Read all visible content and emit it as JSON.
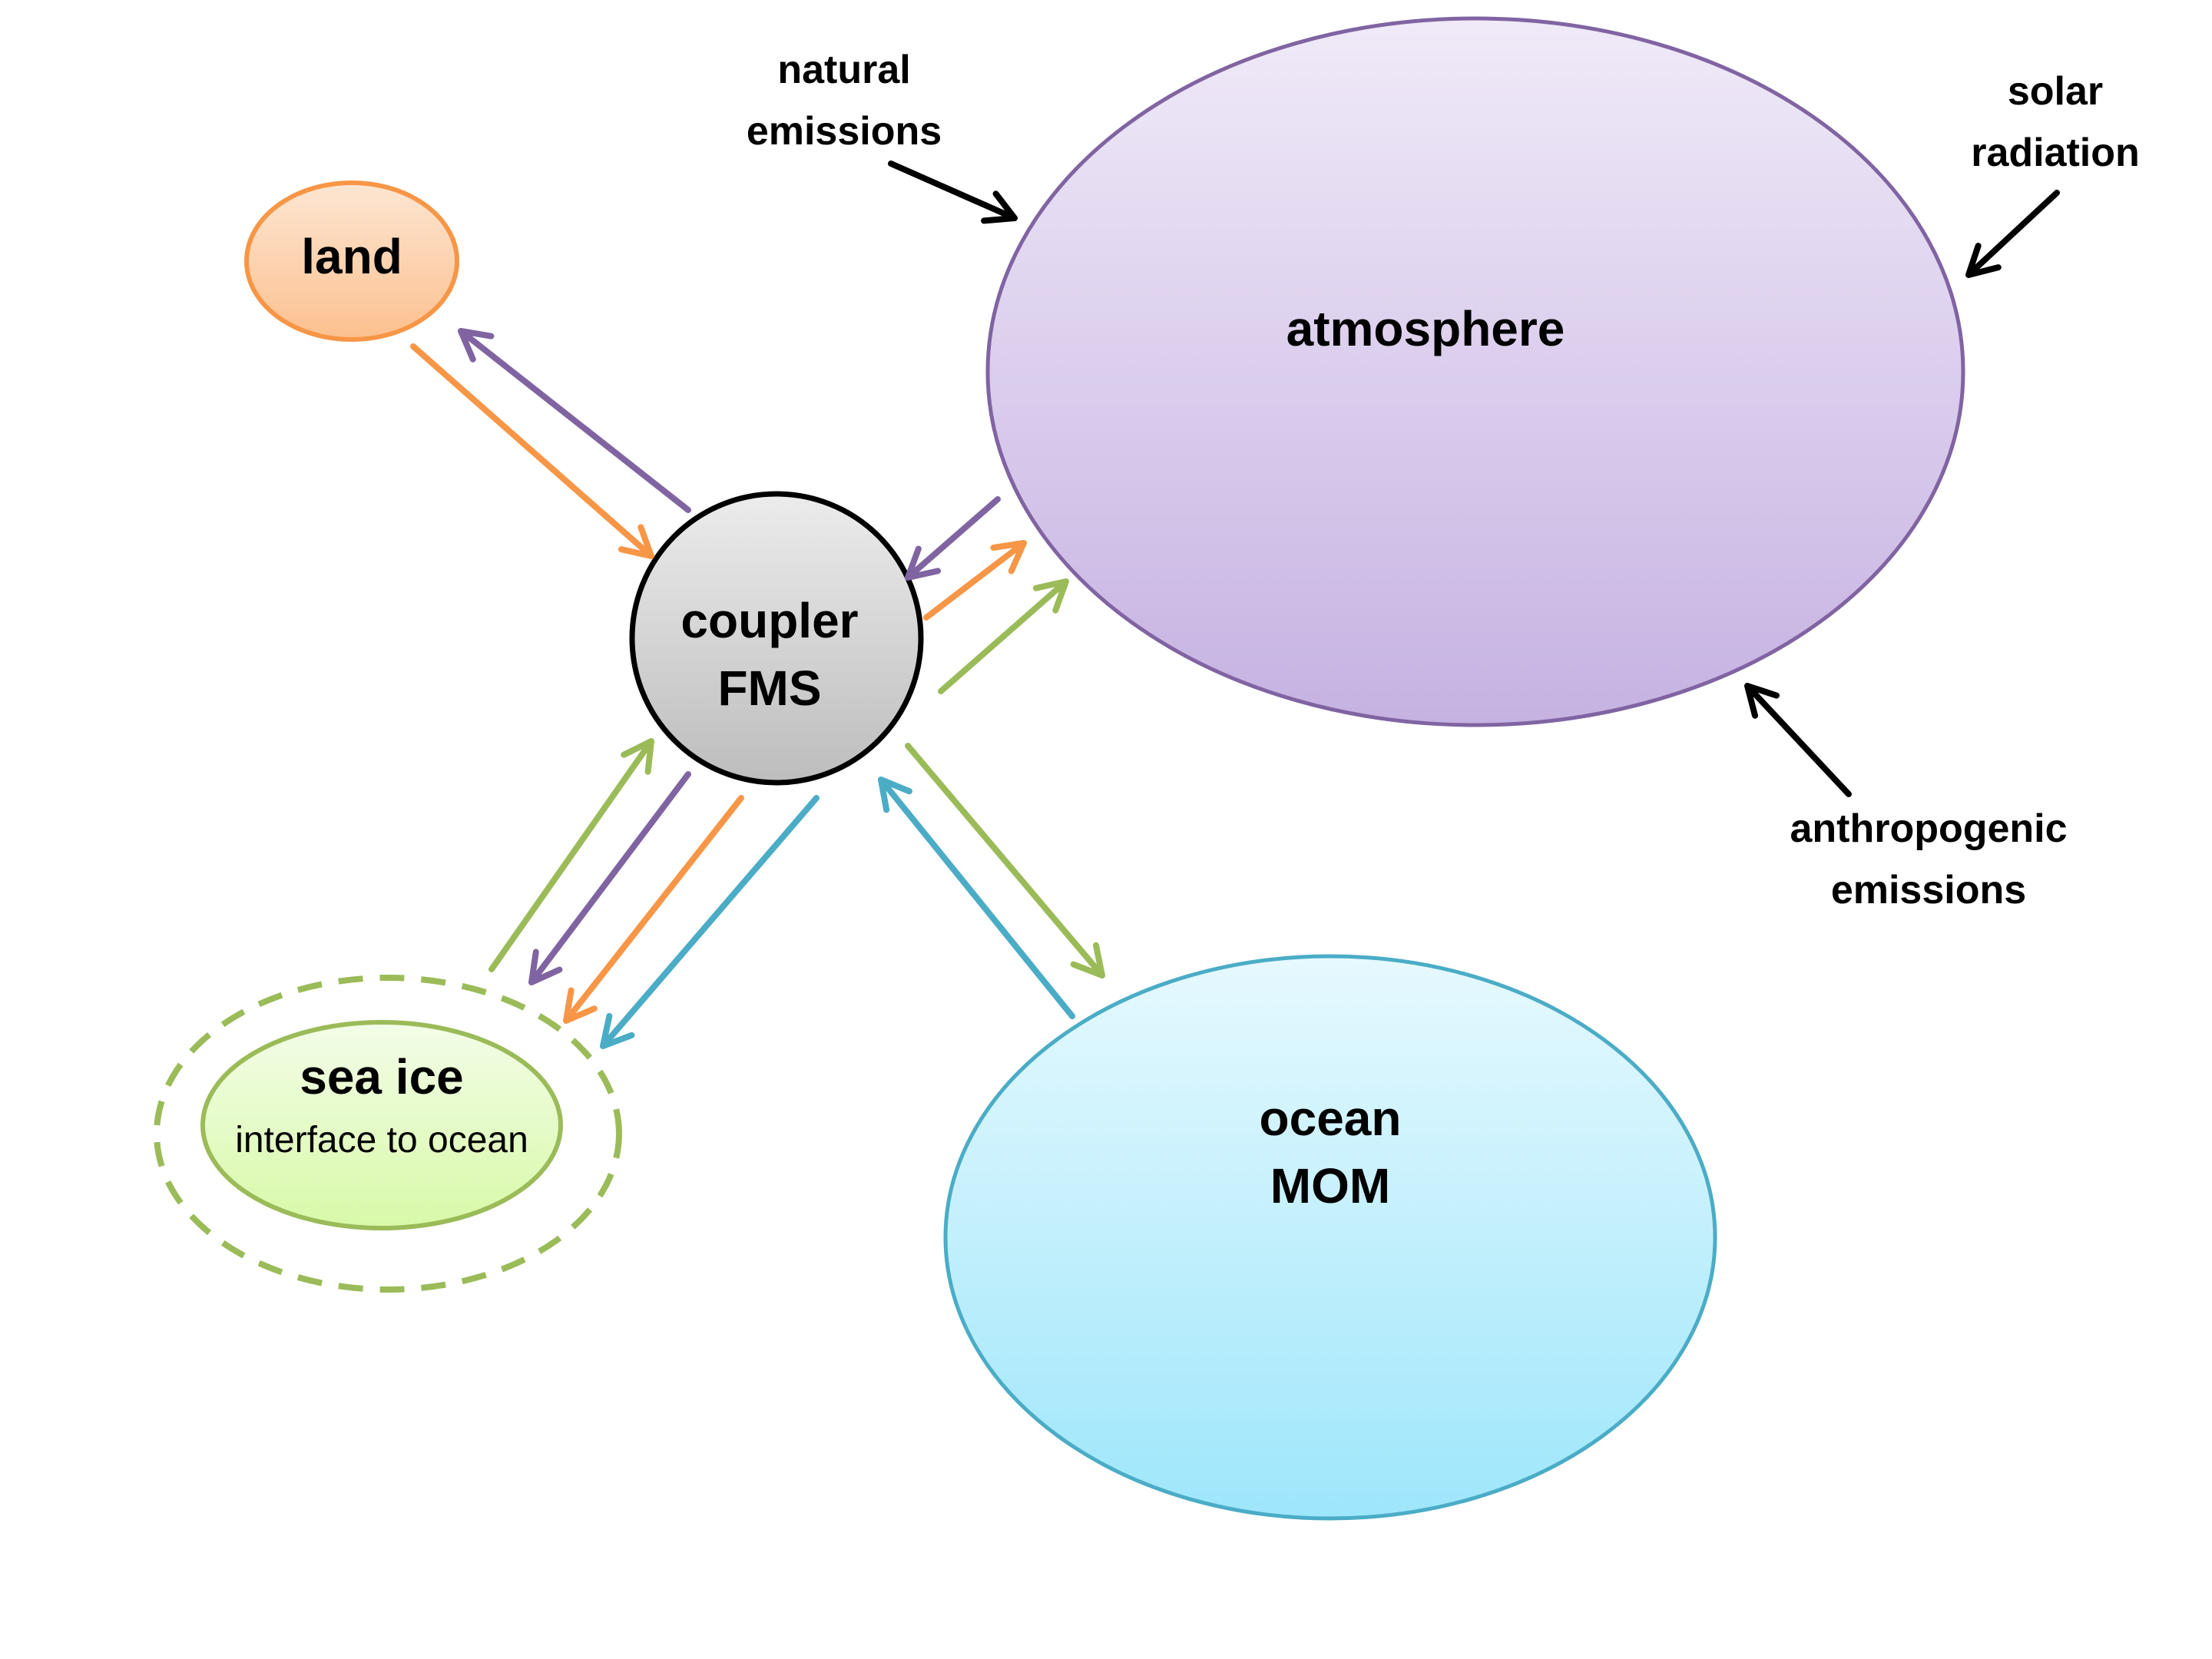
{
  "nodes": {
    "land": {
      "label": "land",
      "fill_top": "#fde6d3",
      "fill_bottom": "#fcc08e",
      "stroke": "#f79646"
    },
    "coupler": {
      "label_line1": "coupler",
      "label_line2": "FMS",
      "fill_top": "#ececec",
      "fill_bottom": "#bdbdbd",
      "stroke": "#000000"
    },
    "atmosphere": {
      "label": "atmosphere",
      "fill_top": "#f0eaf8",
      "fill_bottom": "#c6b2e2",
      "stroke": "#8064a2"
    },
    "ocean": {
      "label_line1": "ocean",
      "label_line2": "MOM",
      "fill_top": "#e6f9fe",
      "fill_bottom": "#9ee6fb",
      "stroke": "#4bacc6"
    },
    "sea_ice": {
      "label": "sea ice",
      "sublabel": "interface to ocean",
      "fill_top": "#f3fde8",
      "fill_bottom": "#d8f9a8",
      "stroke": "#9bbb59"
    }
  },
  "annotations": {
    "natural": {
      "line1": "natural",
      "line2": "emissions"
    },
    "solar": {
      "line1": "solar",
      "line2": "radiation"
    },
    "anthropogenic": {
      "line1": "anthropogenic",
      "line2": "emissions"
    }
  },
  "colors": {
    "orange": "#f79646",
    "purple": "#8064a2",
    "green": "#9bbb59",
    "cyan": "#4bacc6",
    "black": "#000000"
  },
  "flows": [
    {
      "from": "land",
      "to": "coupler",
      "color": "orange"
    },
    {
      "from": "coupler",
      "to": "land",
      "color": "purple"
    },
    {
      "from": "atmosphere",
      "to": "coupler",
      "color": "purple"
    },
    {
      "from": "coupler",
      "to": "atmosphere",
      "color": "orange"
    },
    {
      "from": "coupler",
      "to": "atmosphere",
      "color": "green"
    },
    {
      "from": "sea_ice",
      "to": "coupler",
      "color": "green"
    },
    {
      "from": "coupler",
      "to": "sea_ice",
      "color": "purple"
    },
    {
      "from": "coupler",
      "to": "sea_ice",
      "color": "orange"
    },
    {
      "from": "coupler",
      "to": "sea_ice",
      "color": "cyan"
    },
    {
      "from": "coupler",
      "to": "ocean",
      "color": "green"
    },
    {
      "from": "ocean",
      "to": "coupler",
      "color": "cyan"
    },
    {
      "from": "natural_emissions",
      "to": "atmosphere",
      "color": "black"
    },
    {
      "from": "solar_radiation",
      "to": "atmosphere",
      "color": "black"
    },
    {
      "from": "anthropogenic_emissions",
      "to": "atmosphere",
      "color": "black"
    }
  ]
}
